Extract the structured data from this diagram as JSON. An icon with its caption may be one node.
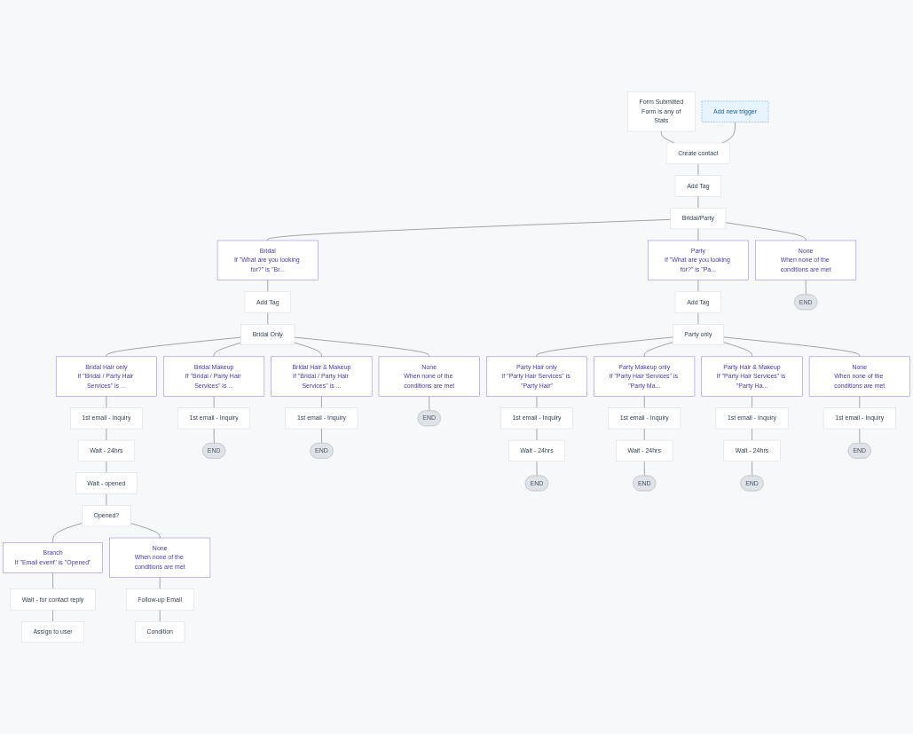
{
  "diagram": {
    "nodes": [
      {
        "text": [
          "Form Submitted",
          "Form is any of",
          "Stats"
        ]
      },
      {
        "text": [
          "Add new trigger"
        ]
      },
      {
        "text": [
          "Create contact"
        ]
      },
      {
        "text": [
          "Add Tag"
        ]
      },
      {
        "text": [
          "Bridal/Party"
        ]
      },
      {
        "text": [
          "Bridal",
          "If \"What are you looking for?\" is \"Br..."
        ]
      },
      {
        "text": [
          "Party",
          "If \"What are you looking for?\" is \"Pa..."
        ]
      },
      {
        "text": [
          "None",
          "When none of the conditions are met"
        ]
      },
      {
        "text": [
          "Add Tag"
        ]
      },
      {
        "text": [
          "Add Tag"
        ]
      },
      {
        "text": [
          "END"
        ]
      },
      {
        "text": [
          "Bridal Only"
        ]
      },
      {
        "text": [
          "Party only"
        ]
      },
      {
        "text": [
          "Bridal Hair only",
          "If \"Bridal / Party Hair Services\" is ..."
        ]
      },
      {
        "text": [
          "Bridal Makeup",
          "If \"Bridal / Party Hair Services\" is ..."
        ]
      },
      {
        "text": [
          "Bridal Hair & Makeup",
          "If \"Bridal / Party Hair Services\" is ..."
        ]
      },
      {
        "text": [
          "None",
          "When none of the conditions are met"
        ]
      },
      {
        "text": [
          "Party Hair only",
          "If \"Party Hair Services\" is \"Party Hair\""
        ]
      },
      {
        "text": [
          "Party Makeup only",
          "If \"Party Hair Services\" is \"Party Ma..."
        ]
      },
      {
        "text": [
          "Party Hair & Makeup",
          "If \"Party Hair Services\" is \"Party Ha..."
        ]
      },
      {
        "text": [
          "None",
          "When none of the conditions are met"
        ]
      },
      {
        "text": [
          "1st email - Inquiry"
        ]
      },
      {
        "text": [
          "1st email - Inquiry"
        ]
      },
      {
        "text": [
          "1st email - Inquiry"
        ]
      },
      {
        "text": [
          "END"
        ]
      },
      {
        "text": [
          "1st email - Inquiry"
        ]
      },
      {
        "text": [
          "1st email - Inquiry"
        ]
      },
      {
        "text": [
          "1st email - Inquiry"
        ]
      },
      {
        "text": [
          "1st email - Inquiry"
        ]
      },
      {
        "text": [
          "Wait - 24hrs"
        ]
      },
      {
        "text": [
          "END"
        ]
      },
      {
        "text": [
          "END"
        ]
      },
      {
        "text": [
          "Wait - 24hrs"
        ]
      },
      {
        "text": [
          "Wait - 24hrs"
        ]
      },
      {
        "text": [
          "Wait - 24hrs"
        ]
      },
      {
        "text": [
          "END"
        ]
      },
      {
        "text": [
          "Wait - opened"
        ]
      },
      {
        "text": [
          "END"
        ]
      },
      {
        "text": [
          "END"
        ]
      },
      {
        "text": [
          "END"
        ]
      },
      {
        "text": [
          "Opened?"
        ]
      },
      {
        "text": [
          "Branch",
          "If \"Email event\" is \"Opened\""
        ]
      },
      {
        "text": [
          "None",
          "When none of the conditions are met"
        ]
      },
      {
        "text": [
          "Wait - for contact reply"
        ]
      },
      {
        "text": [
          "Follow-up Email"
        ]
      },
      {
        "text": [
          "Assign to user"
        ]
      },
      {
        "text": [
          "Condition"
        ]
      }
    ],
    "edges": [
      {
        "from": 0,
        "to": 2,
        "arrow": "none"
      },
      {
        "from": 1,
        "to": 2,
        "arrow": "none"
      },
      {
        "from": 2,
        "to": 3,
        "arrow": "none"
      },
      {
        "from": 3,
        "to": 4,
        "arrow": "none"
      },
      {
        "from": 4,
        "to": 5,
        "arrow": "none"
      },
      {
        "from": 4,
        "to": 6,
        "arrow": "none"
      },
      {
        "from": 4,
        "to": 7,
        "arrow": "none"
      },
      {
        "from": 5,
        "to": 8,
        "arrow": "none"
      },
      {
        "from": 6,
        "to": 9,
        "arrow": "none"
      },
      {
        "from": 7,
        "to": 10,
        "arrow": "none"
      },
      {
        "from": 8,
        "to": 11,
        "arrow": "none"
      },
      {
        "from": 9,
        "to": 12,
        "arrow": "none"
      },
      {
        "from": 11,
        "to": 13,
        "arrow": "none"
      },
      {
        "from": 11,
        "to": 14,
        "arrow": "none"
      },
      {
        "from": 11,
        "to": 15,
        "arrow": "none"
      },
      {
        "from": 11,
        "to": 16,
        "arrow": "none"
      },
      {
        "from": 12,
        "to": 17,
        "arrow": "none"
      },
      {
        "from": 12,
        "to": 18,
        "arrow": "none"
      },
      {
        "from": 12,
        "to": 19,
        "arrow": "none"
      },
      {
        "from": 12,
        "to": 20,
        "arrow": "none"
      },
      {
        "from": 13,
        "to": 21,
        "arrow": "none"
      },
      {
        "from": 14,
        "to": 22,
        "arrow": "none"
      },
      {
        "from": 15,
        "to": 23,
        "arrow": "none"
      },
      {
        "from": 16,
        "to": 24,
        "arrow": "none"
      },
      {
        "from": 17,
        "to": 25,
        "arrow": "none"
      },
      {
        "from": 18,
        "to": 26,
        "arrow": "none"
      },
      {
        "from": 19,
        "to": 27,
        "arrow": "none"
      },
      {
        "from": 20,
        "to": 28,
        "arrow": "none"
      },
      {
        "from": 21,
        "to": 29,
        "arrow": "none"
      },
      {
        "from": 22,
        "to": 30,
        "arrow": "none"
      },
      {
        "from": 23,
        "to": 31,
        "arrow": "none"
      },
      {
        "from": 25,
        "to": 32,
        "arrow": "none"
      },
      {
        "from": 26,
        "to": 33,
        "arrow": "none"
      },
      {
        "from": 27,
        "to": 34,
        "arrow": "none"
      },
      {
        "from": 28,
        "to": 35,
        "arrow": "none"
      },
      {
        "from": 29,
        "to": 36,
        "arrow": "none"
      },
      {
        "from": 32,
        "to": 37,
        "arrow": "none"
      },
      {
        "from": 33,
        "to": 38,
        "arrow": "none"
      },
      {
        "from": 34,
        "to": 39,
        "arrow": "none"
      },
      {
        "from": 36,
        "to": 40,
        "arrow": "none"
      },
      {
        "from": 40,
        "to": 41,
        "arrow": "none"
      },
      {
        "from": 40,
        "to": 42,
        "arrow": "none"
      },
      {
        "from": 41,
        "to": 43,
        "arrow": "none"
      },
      {
        "from": 42,
        "to": 44,
        "arrow": "none"
      },
      {
        "from": 43,
        "to": 45,
        "arrow": "none"
      },
      {
        "from": 44,
        "to": 46,
        "arrow": "none"
      }
    ]
  }
}
